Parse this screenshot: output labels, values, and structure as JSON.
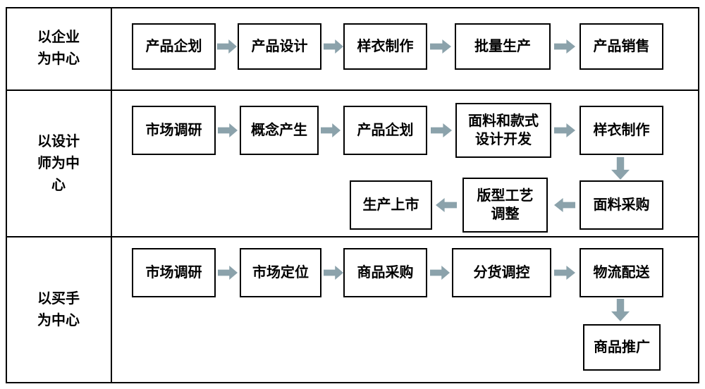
{
  "diagram": {
    "type": "flowchart",
    "rows": [
      {
        "label": "以企业\n为中心",
        "flow_top": [
          "产品企划",
          "产品设计",
          "样衣制作",
          "批量生产",
          "产品销售"
        ]
      },
      {
        "label": "以设计\n师为中\n心",
        "flow_top": [
          "市场调研",
          "概念产生",
          "产品企划",
          "面料和款式\n设计开发",
          "样衣制作"
        ],
        "flow_bottom": [
          "生产上市",
          "版型工艺\n调整",
          "面料采购"
        ]
      },
      {
        "label": "以买手\n为中心",
        "flow_top": [
          "市场调研",
          "市场定位",
          "商品采购",
          "分货调控",
          "物流配送"
        ],
        "flow_bottom": [
          "商品推广"
        ]
      }
    ],
    "colors": {
      "arrow": "#8BA2AB",
      "border": "#000000",
      "background": "#FFFFFF"
    }
  }
}
